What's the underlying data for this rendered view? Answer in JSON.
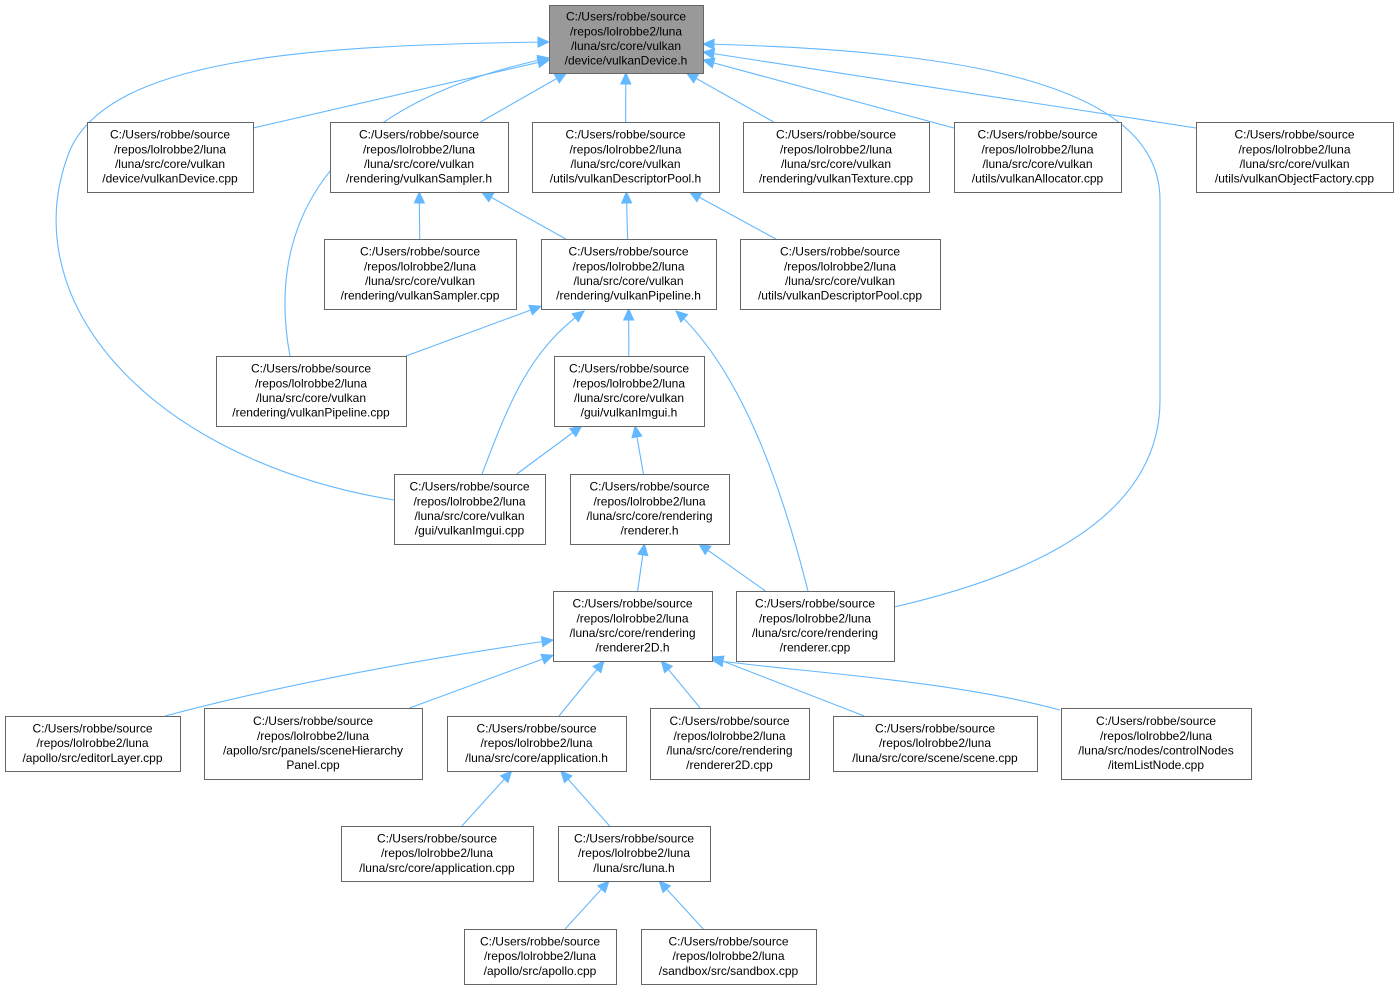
{
  "graph": {
    "edge_color": "#63b8ff",
    "root_fill": "#999999",
    "node_fill": "#ffffff",
    "nodes": [
      {
        "id": "n0",
        "root": true,
        "lines": [
          "C:/Users/robbe/source",
          "/repos/lolrobbe2/luna",
          "/luna/src/core/vulkan",
          "/device/vulkanDevice.h"
        ]
      },
      {
        "id": "n1",
        "lines": [
          "C:/Users/robbe/source",
          "/repos/lolrobbe2/luna",
          "/luna/src/core/vulkan",
          "/device/vulkanDevice.cpp"
        ]
      },
      {
        "id": "n2",
        "lines": [
          "C:/Users/robbe/source",
          "/repos/lolrobbe2/luna",
          "/luna/src/core/vulkan",
          "/rendering/vulkanSampler.h"
        ]
      },
      {
        "id": "n3",
        "lines": [
          "C:/Users/robbe/source",
          "/repos/lolrobbe2/luna",
          "/luna/src/core/vulkan",
          "/utils/vulkanDescriptorPool.h"
        ]
      },
      {
        "id": "n4",
        "lines": [
          "C:/Users/robbe/source",
          "/repos/lolrobbe2/luna",
          "/luna/src/core/vulkan",
          "/rendering/vulkanTexture.cpp"
        ]
      },
      {
        "id": "n5",
        "lines": [
          "C:/Users/robbe/source",
          "/repos/lolrobbe2/luna",
          "/luna/src/core/vulkan",
          "/utils/vulkanAllocator.cpp"
        ]
      },
      {
        "id": "n6",
        "lines": [
          "C:/Users/robbe/source",
          "/repos/lolrobbe2/luna",
          "/luna/src/core/vulkan",
          "/utils/vulkanObjectFactory.cpp"
        ]
      },
      {
        "id": "n7",
        "lines": [
          "C:/Users/robbe/source",
          "/repos/lolrobbe2/luna",
          "/luna/src/core/vulkan",
          "/rendering/vulkanSampler.cpp"
        ]
      },
      {
        "id": "n8",
        "lines": [
          "C:/Users/robbe/source",
          "/repos/lolrobbe2/luna",
          "/luna/src/core/vulkan",
          "/rendering/vulkanPipeline.h"
        ]
      },
      {
        "id": "n9",
        "lines": [
          "C:/Users/robbe/source",
          "/repos/lolrobbe2/luna",
          "/luna/src/core/vulkan",
          "/utils/vulkanDescriptorPool.cpp"
        ]
      },
      {
        "id": "n10",
        "lines": [
          "C:/Users/robbe/source",
          "/repos/lolrobbe2/luna",
          "/luna/src/core/vulkan",
          "/rendering/vulkanPipeline.cpp"
        ]
      },
      {
        "id": "n11",
        "lines": [
          "C:/Users/robbe/source",
          "/repos/lolrobbe2/luna",
          "/luna/src/core/vulkan",
          "/gui/vulkanImgui.h"
        ]
      },
      {
        "id": "n12",
        "lines": [
          "C:/Users/robbe/source",
          "/repos/lolrobbe2/luna",
          "/luna/src/core/vulkan",
          "/gui/vulkanImgui.cpp"
        ]
      },
      {
        "id": "n13",
        "lines": [
          "C:/Users/robbe/source",
          "/repos/lolrobbe2/luna",
          "/luna/src/core/rendering",
          "/renderer.h"
        ]
      },
      {
        "id": "n14",
        "lines": [
          "C:/Users/robbe/source",
          "/repos/lolrobbe2/luna",
          "/luna/src/core/rendering",
          "/renderer2D.h"
        ]
      },
      {
        "id": "n15",
        "lines": [
          "C:/Users/robbe/source",
          "/repos/lolrobbe2/luna",
          "/luna/src/core/rendering",
          "/renderer.cpp"
        ]
      },
      {
        "id": "n16",
        "lines": [
          "C:/Users/robbe/source",
          "/repos/lolrobbe2/luna",
          "/apollo/src/editorLayer.cpp"
        ]
      },
      {
        "id": "n17",
        "lines": [
          "C:/Users/robbe/source",
          "/repos/lolrobbe2/luna",
          "/apollo/src/panels/sceneHierarchy",
          "Panel.cpp"
        ]
      },
      {
        "id": "n18",
        "lines": [
          "C:/Users/robbe/source",
          "/repos/lolrobbe2/luna",
          "/luna/src/core/application.h"
        ]
      },
      {
        "id": "n19",
        "lines": [
          "C:/Users/robbe/source",
          "/repos/lolrobbe2/luna",
          "/luna/src/core/rendering",
          "/renderer2D.cpp"
        ]
      },
      {
        "id": "n20",
        "lines": [
          "C:/Users/robbe/source",
          "/repos/lolrobbe2/luna",
          "/luna/src/core/scene/scene.cpp"
        ]
      },
      {
        "id": "n21",
        "lines": [
          "C:/Users/robbe/source",
          "/repos/lolrobbe2/luna",
          "/luna/src/nodes/controlNodes",
          "/itemListNode.cpp"
        ]
      },
      {
        "id": "n22",
        "lines": [
          "C:/Users/robbe/source",
          "/repos/lolrobbe2/luna",
          "/luna/src/core/application.cpp"
        ]
      },
      {
        "id": "n23",
        "lines": [
          "C:/Users/robbe/source",
          "/repos/lolrobbe2/luna",
          "/luna/src/luna.h"
        ]
      },
      {
        "id": "n24",
        "lines": [
          "C:/Users/robbe/source",
          "/repos/lolrobbe2/luna",
          "/apollo/src/apollo.cpp"
        ]
      },
      {
        "id": "n25",
        "lines": [
          "C:/Users/robbe/source",
          "/repos/lolrobbe2/luna",
          "/sandbox/src/sandbox.cpp"
        ]
      }
    ],
    "edges": [
      [
        "n1",
        "n0"
      ],
      [
        "n2",
        "n0"
      ],
      [
        "n3",
        "n0"
      ],
      [
        "n4",
        "n0"
      ],
      [
        "n5",
        "n0"
      ],
      [
        "n6",
        "n0"
      ],
      [
        "n10",
        "n0"
      ],
      [
        "n12",
        "n0"
      ],
      [
        "n15",
        "n0"
      ],
      [
        "n7",
        "n2"
      ],
      [
        "n8",
        "n2"
      ],
      [
        "n8",
        "n3"
      ],
      [
        "n9",
        "n3"
      ],
      [
        "n10",
        "n8"
      ],
      [
        "n11",
        "n8"
      ],
      [
        "n12",
        "n8"
      ],
      [
        "n15",
        "n8"
      ],
      [
        "n12",
        "n11"
      ],
      [
        "n13",
        "n11"
      ],
      [
        "n14",
        "n13"
      ],
      [
        "n15",
        "n13"
      ],
      [
        "n16",
        "n14"
      ],
      [
        "n17",
        "n14"
      ],
      [
        "n18",
        "n14"
      ],
      [
        "n19",
        "n14"
      ],
      [
        "n20",
        "n14"
      ],
      [
        "n21",
        "n14"
      ],
      [
        "n22",
        "n18"
      ],
      [
        "n23",
        "n18"
      ],
      [
        "n24",
        "n23"
      ],
      [
        "n25",
        "n23"
      ]
    ]
  }
}
